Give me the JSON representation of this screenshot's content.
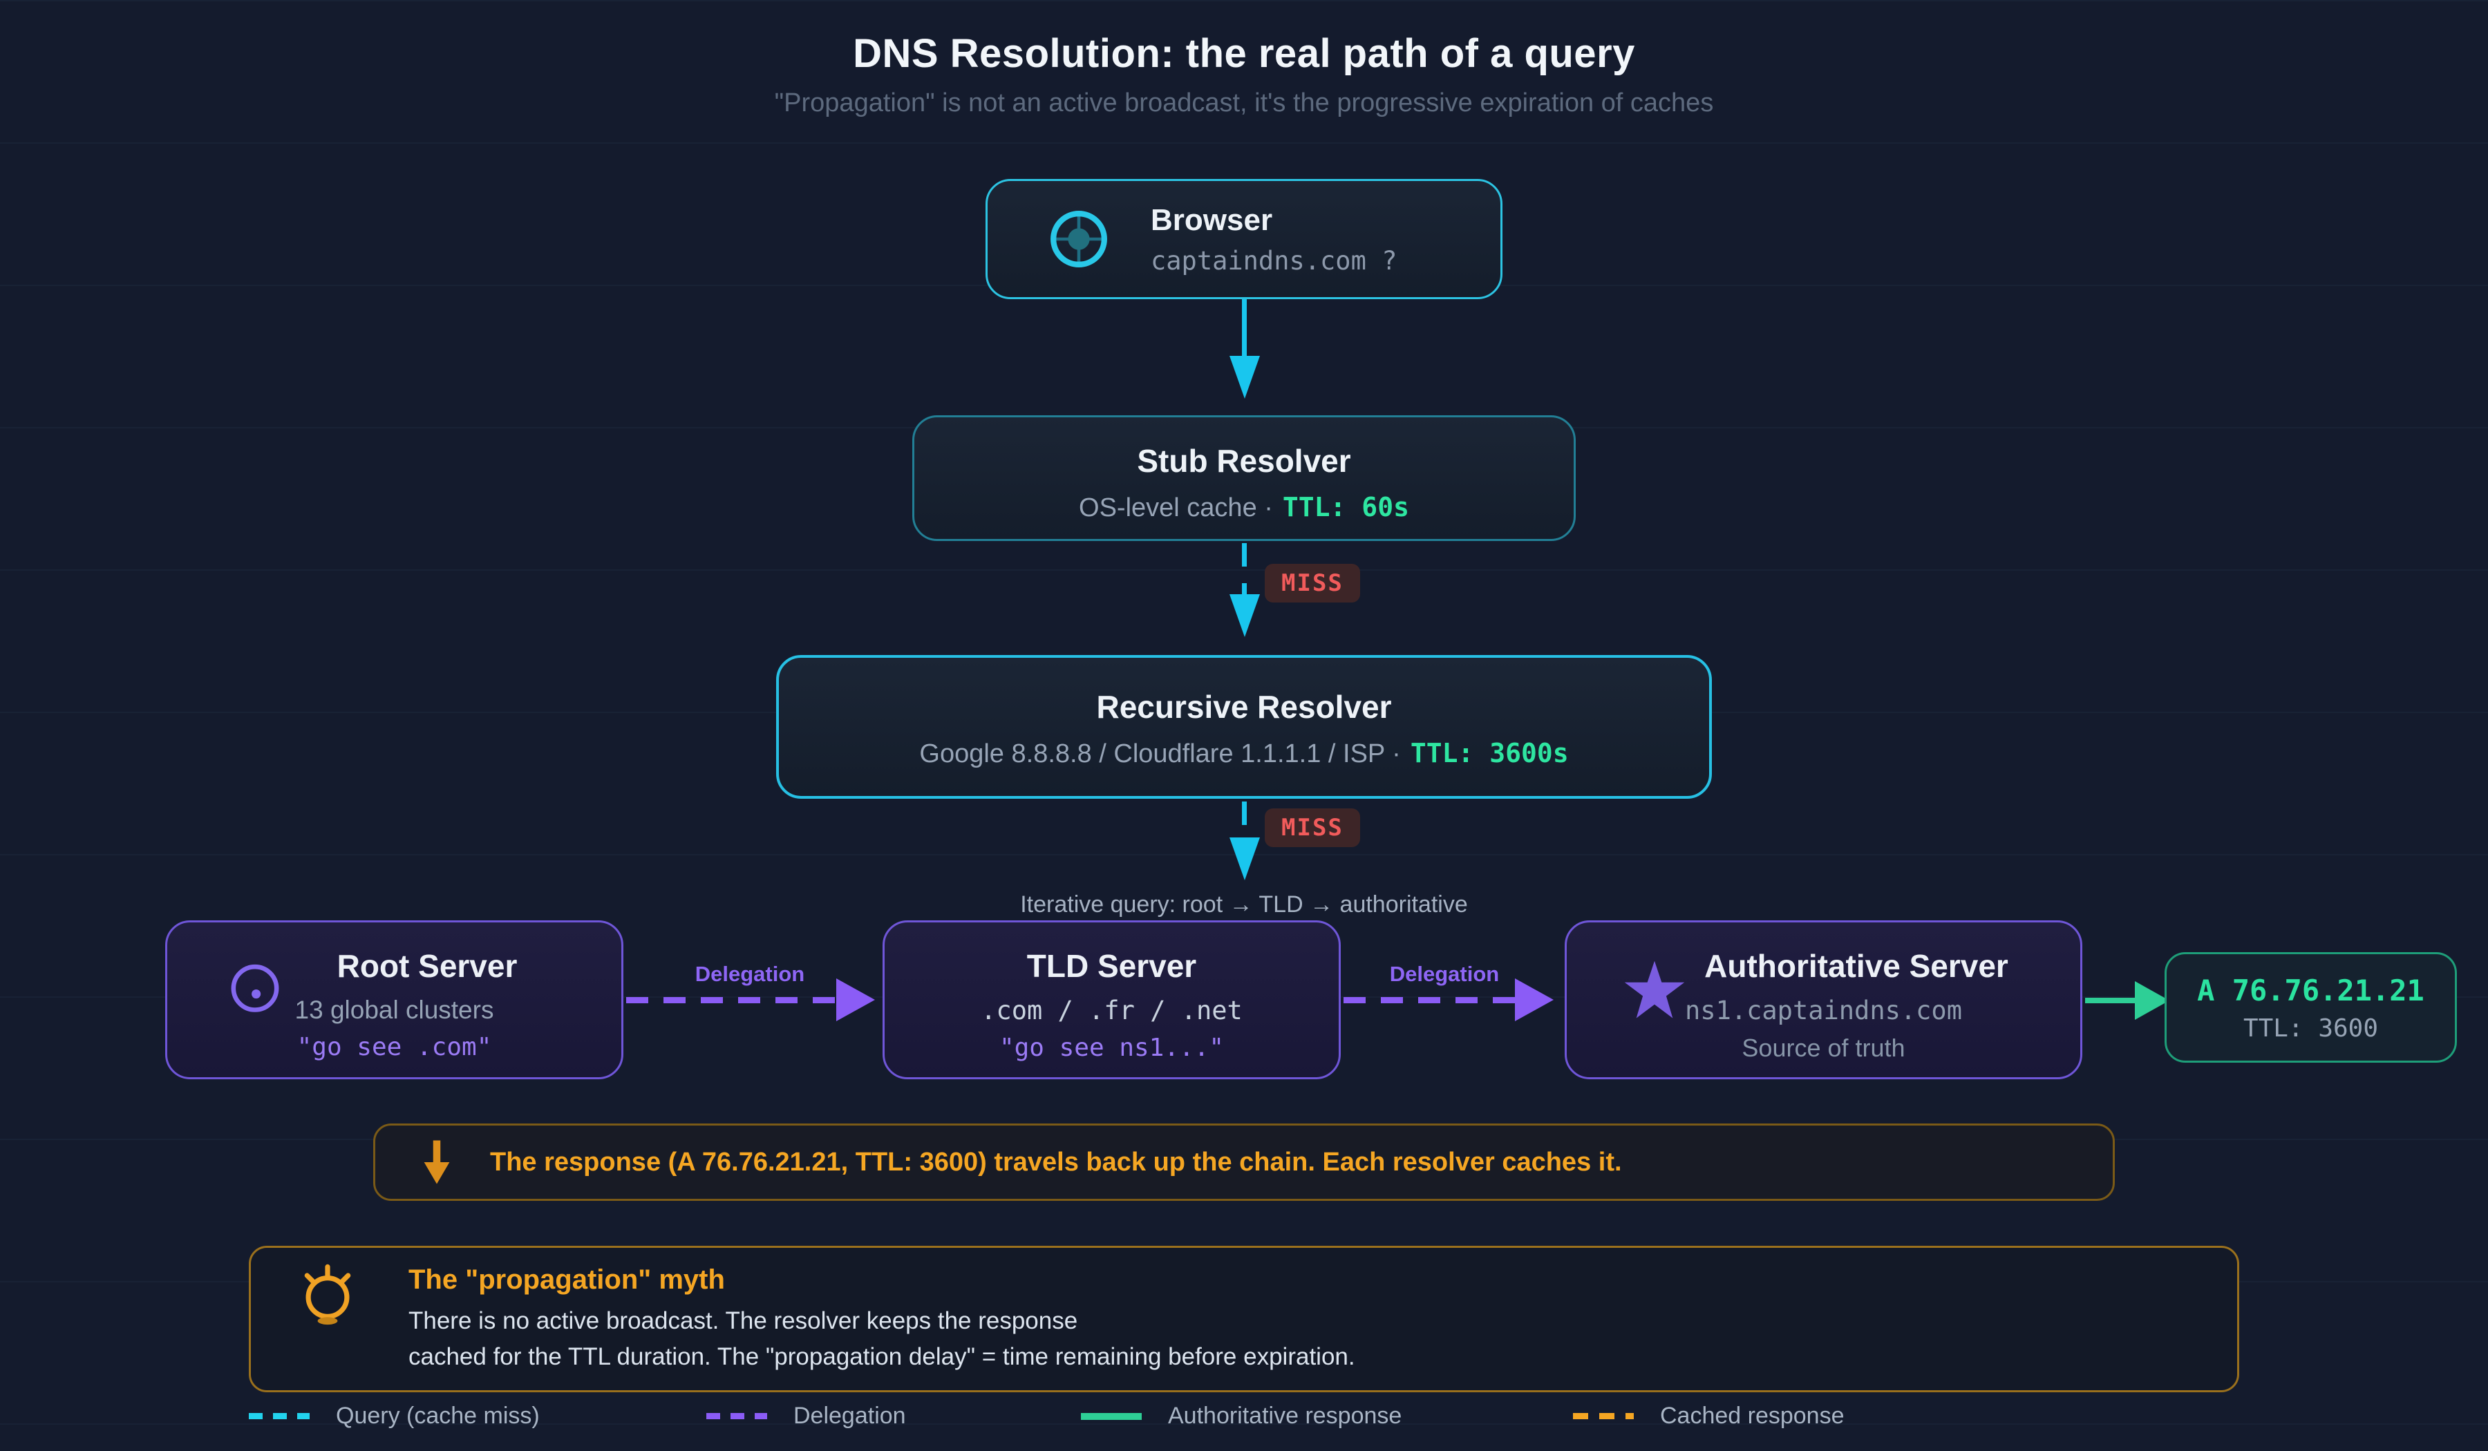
{
  "header": {
    "title": "DNS Resolution: the real path of a query",
    "subtitle": "\"Propagation\" is not an active broadcast, it's the progressive expiration of caches"
  },
  "nodes": {
    "browser": {
      "title": "Browser",
      "query": "captaindns.com ?"
    },
    "stub": {
      "title": "Stub Resolver",
      "desc": "OS-level cache ·",
      "ttl": "TTL: 60s"
    },
    "recursive": {
      "title": "Recursive Resolver",
      "desc": "Google 8.8.8.8 / Cloudflare 1.1.1.1 / ISP ·",
      "ttl": "TTL: 3600s"
    },
    "root": {
      "title": "Root Server",
      "line1": "13 global clusters",
      "line2": "\"go see .com\""
    },
    "tld": {
      "title": "TLD Server",
      "line1": ".com / .fr / .net",
      "line2": "\"go see ns1...\""
    },
    "auth": {
      "title": "Authoritative Server",
      "line1": "ns1.captaindns.com",
      "line2": "Source of truth"
    },
    "answer": {
      "record": "A 76.76.21.21",
      "ttl": "TTL: 3600"
    }
  },
  "badges": {
    "miss1": "MISS",
    "miss2": "MISS"
  },
  "flow": {
    "iterative_note": "Iterative query: root → TLD → authoritative"
  },
  "edges": {
    "delegation1": "Delegation",
    "delegation2": "Delegation"
  },
  "callout": {
    "text": "The response (A 76.76.21.21, TTL: 3600) travels back up the chain. Each resolver caches it."
  },
  "myth": {
    "title": "The \"propagation\" myth",
    "line1": "There is no active broadcast. The resolver keeps the response",
    "line2": "cached for the TTL duration. The \"propagation delay\" = time remaining before expiration."
  },
  "legend": {
    "items": [
      {
        "label": "Query (cache miss)",
        "color": "#22d3ee",
        "style": "dashed"
      },
      {
        "label": "Delegation",
        "color": "#8b5cf6",
        "style": "dashed"
      },
      {
        "label": "Authoritative response",
        "color": "#2ecf96",
        "style": "solid"
      },
      {
        "label": "Cached response",
        "color": "#f5a623",
        "style": "dashed"
      }
    ]
  },
  "icons": {
    "browser": "crosshair-icon",
    "root": "circle-dot-icon",
    "authoritative": "star-icon",
    "callout": "arrow-down-icon",
    "myth": "lightbulb-icon"
  },
  "colors": {
    "background": "#141b2d",
    "accent_cyan": "#22d3ee",
    "accent_purple": "#8b5cf6",
    "accent_green": "#2ecf96",
    "accent_amber": "#f5a623",
    "accent_red": "#f15b5b"
  }
}
